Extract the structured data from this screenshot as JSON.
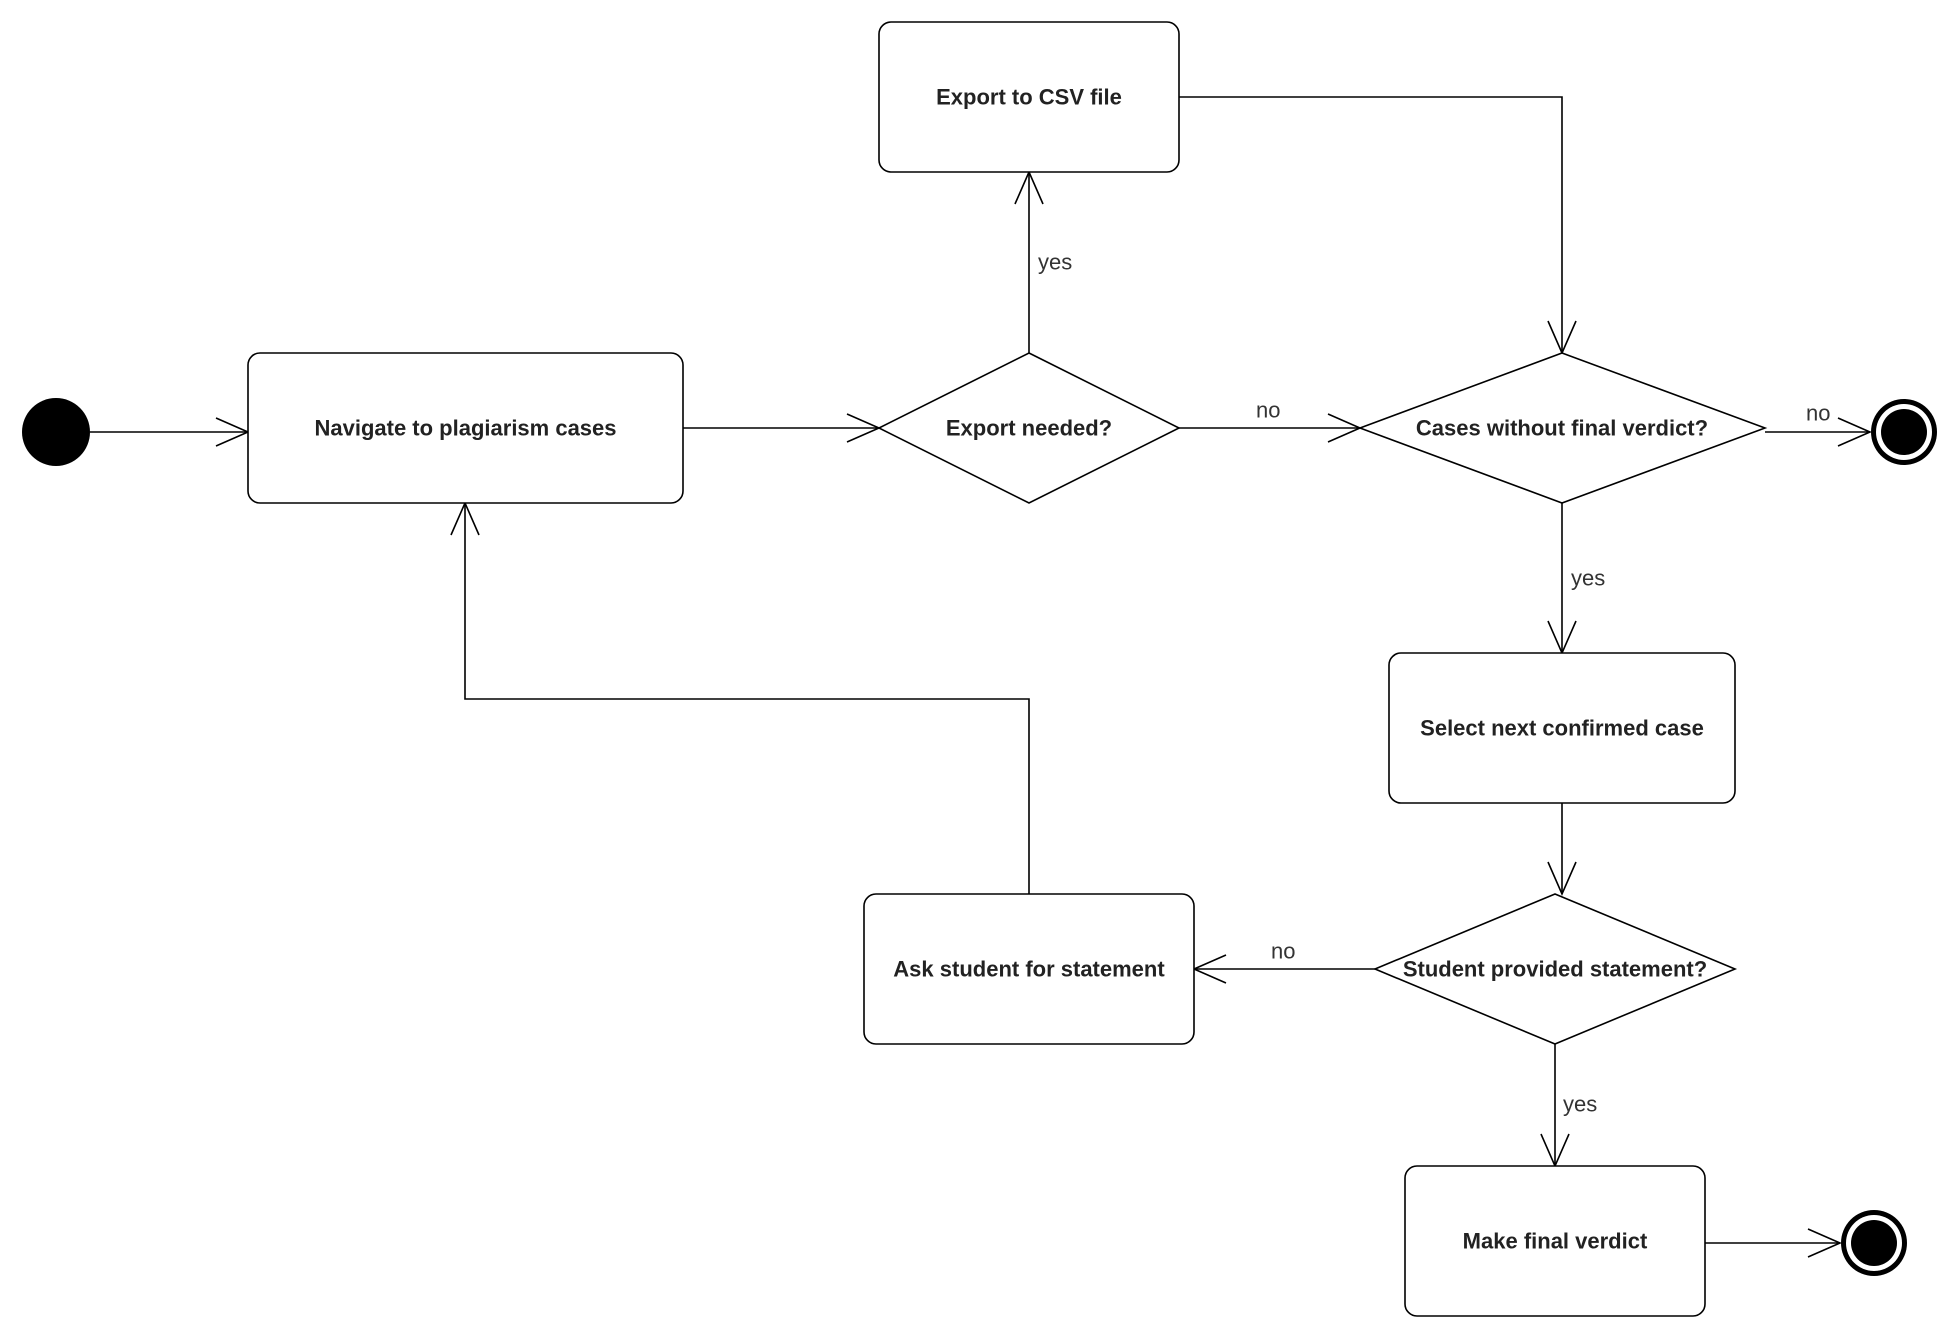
{
  "diagram": {
    "type": "activity-diagram",
    "nodes": {
      "start": "",
      "navigate": "Navigate to plagiarism cases",
      "export_needed": "Export needed?",
      "export_csv": "Export to CSV file",
      "cases_without_verdict": "Cases without final verdict?",
      "select_next": "Select next confirmed case",
      "student_statement": "Student provided statement?",
      "ask_student": "Ask student for statement",
      "make_verdict": "Make final verdict"
    },
    "edges": {
      "export_yes": "yes",
      "export_no": "no",
      "cases_no": "no",
      "cases_yes": "yes",
      "statement_no": "no",
      "statement_yes": "yes"
    }
  }
}
